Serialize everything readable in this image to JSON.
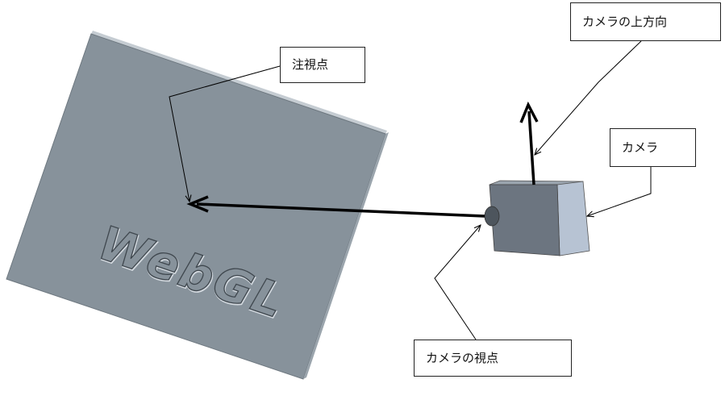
{
  "labels": {
    "camera_up": "カメラの上方向",
    "target": "注視点",
    "camera": "カメラ",
    "camera_eye": "カメラの視点"
  },
  "plane": {
    "logo_text": "WebGL"
  },
  "colors": {
    "plane_face": "#87929b",
    "plane_edge": "#b8c0c7",
    "camera_front": "#6c7580",
    "camera_side": "#b7c3d3",
    "camera_top": "#9aa4ae",
    "lens": "#4d555d",
    "arrow": "#000000"
  }
}
